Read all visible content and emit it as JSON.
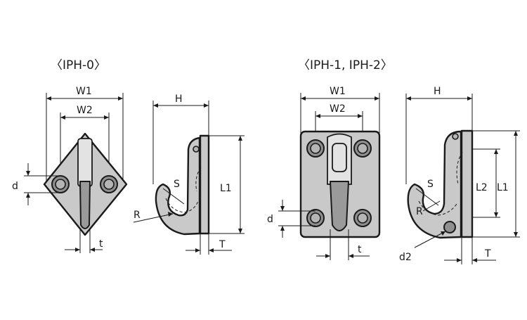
{
  "titles": {
    "left": "〈IPH-0〉",
    "right": "〈IPH-1, IPH-2〉"
  },
  "labels": {
    "w1": "W1",
    "w2": "W2",
    "h": "H",
    "d": "d",
    "t": "t",
    "l1": "L1",
    "l2": "L2",
    "s": "S",
    "r": "R",
    "big_t": "T",
    "d2": "d2"
  }
}
